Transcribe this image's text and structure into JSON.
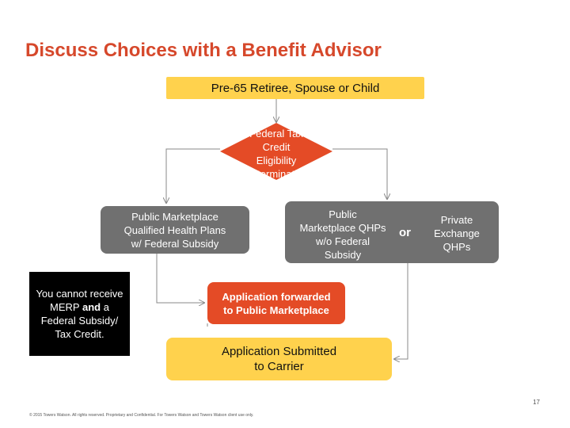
{
  "title": "Discuss Choices with a Benefit Advisor",
  "nodes": {
    "start": "Pre-65 Retiree, Spouse or Child",
    "decision": [
      "Federal Tax",
      "Credit",
      "Eligibility",
      "Determination"
    ],
    "public_marketplace": [
      "Public Marketplace",
      "Qualified Health Plans",
      "w/ Federal Subsidy"
    ],
    "public_qhps": [
      "Public",
      "Marketplace QHPs",
      "w/o Federal",
      "Subsidy"
    ],
    "or_label": "or",
    "private_exchange": [
      "Private",
      "Exchange",
      "QHPs"
    ],
    "warning_before": "You cannot receive MERP ",
    "warning_and": "and",
    "warning_after": " a Federal Subsidy/ Tax Credit.",
    "forwarded": [
      "Application forwarded",
      "to Public Marketplace"
    ],
    "submitted": [
      "Application Submitted",
      "to Carrier"
    ]
  },
  "colors": {
    "title": "#d6482b",
    "yellow": "#ffd24d",
    "orange": "#e44b26",
    "gray": "#707070",
    "black": "#000000"
  },
  "page_number": "17",
  "footer": "© 2015 Towers Watson. All rights reserved. Proprietary and Confidential. For Towers Watson and Towers Watson client use only."
}
